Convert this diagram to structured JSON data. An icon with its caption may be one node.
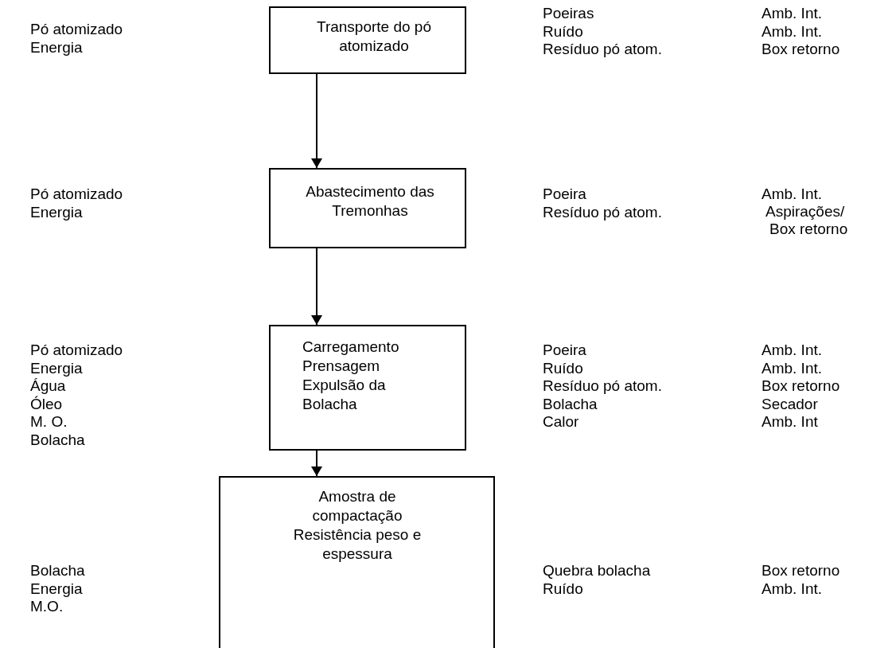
{
  "diagram": {
    "nodes": [
      {
        "text": [
          "Transporte do pó atomizado"
        ]
      },
      {
        "text": [
          "Abastecimento das Tremonhas"
        ]
      },
      {
        "text": [
          "Carregamento Prensagem Expulsão da Bolacha"
        ]
      },
      {
        "text": [
          "Amostra de compactação Resistência peso e espessura"
        ]
      }
    ],
    "edges": [
      {
        "from": 0,
        "to": 1,
        "arrow": "to"
      },
      {
        "from": 1,
        "to": 2,
        "arrow": "to"
      },
      {
        "from": 2,
        "to": 3,
        "arrow": "to"
      }
    ],
    "labels": [
      "Pó atomizado",
      "Energia",
      "Poeiras",
      "Ruído",
      "Resíduo pó atom.",
      "Amb. Int.",
      "Amb. Int.",
      "Box retorno",
      "Pó atomizado",
      "Energia",
      "Poeira",
      "Resíduo pó atom.",
      "Amb. Int.",
      "Aspirações/",
      "Box retorno",
      "Pó atomizado",
      "Energia",
      "Água",
      "Óleo",
      "M. O.",
      "Bolacha",
      "Poeira",
      "Ruído",
      "Resíduo pó atom.",
      "Bolacha",
      "Calor",
      "Amb. Int.",
      "Amb. Int.",
      "Box retorno",
      "Secador",
      "Amb. Int",
      "Bolacha",
      "Energia",
      "M.O.",
      "Quebra bolacha",
      "Ruído",
      "Box retorno",
      "Amb. Int."
    ]
  }
}
